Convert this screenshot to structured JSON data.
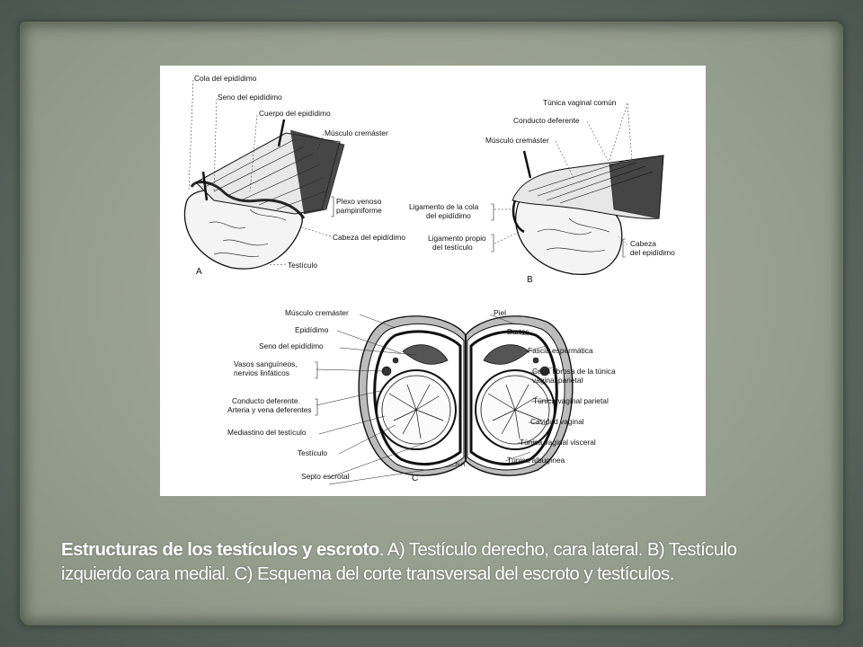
{
  "figure": {
    "panel_a": {
      "letter": "A",
      "labels": {
        "cola": "Cola del epidídimo",
        "seno": "Seno del epidídimo",
        "cuerpo": "Cuerpo del epidídimo",
        "cremaster": "Músculo cremáster",
        "plexo_1": "Plexo venoso",
        "plexo_2": "pampiniforme",
        "cabeza": "Cabeza del epidídimo",
        "testiculo": "Testículo"
      }
    },
    "panel_b": {
      "letter": "B",
      "labels": {
        "tunica_comun": "Túnica vaginal común",
        "conducto": "Conducto deferente",
        "cremaster": "Músculo cremáster",
        "lig_cola_1": "Ligamento de la cola",
        "lig_cola_2": "del epidídimo",
        "lig_propio_1": "Ligamento propio",
        "lig_propio_2": "del testículo",
        "cabeza_1": "Cabeza",
        "cabeza_2": "del epidídimo"
      }
    },
    "panel_c": {
      "letter": "C",
      "left_labels": {
        "cremaster": "Músculo cremáster",
        "epididimo": "Epidídimo",
        "seno": "Seno del epidídimo",
        "vasos_1": "Vasos sanguíneos,",
        "vasos_2": "nervios linfáticos",
        "conducto_1": "Conducto deferente.",
        "conducto_2": "Arteria y vena deferentes",
        "mediastino": "Mediastino del testículo",
        "testiculo": "Testículo",
        "septo": "Septo escrotal"
      },
      "right_labels": {
        "piel": "Piel",
        "dartos": "Dartos",
        "fascia": "Fascia espermática",
        "capa_1": "Capa fibrosa de la túnica",
        "capa_2": "vaginal parietal",
        "parietal": "Túnica vaginal parietal",
        "cavidad": "Cavidad vaginal",
        "visceral": "Túnica vaginal visceral",
        "albuginea": "Túnica albugínea"
      },
      "signature": "N.H."
    }
  },
  "caption": {
    "bold": "Estructuras de los testículos y escroto",
    "rest": ". A) Testículo derecho, cara lateral. B) Testículo izquierdo cara medial. C) Esquema del corte transversal del escroto y testículos."
  }
}
